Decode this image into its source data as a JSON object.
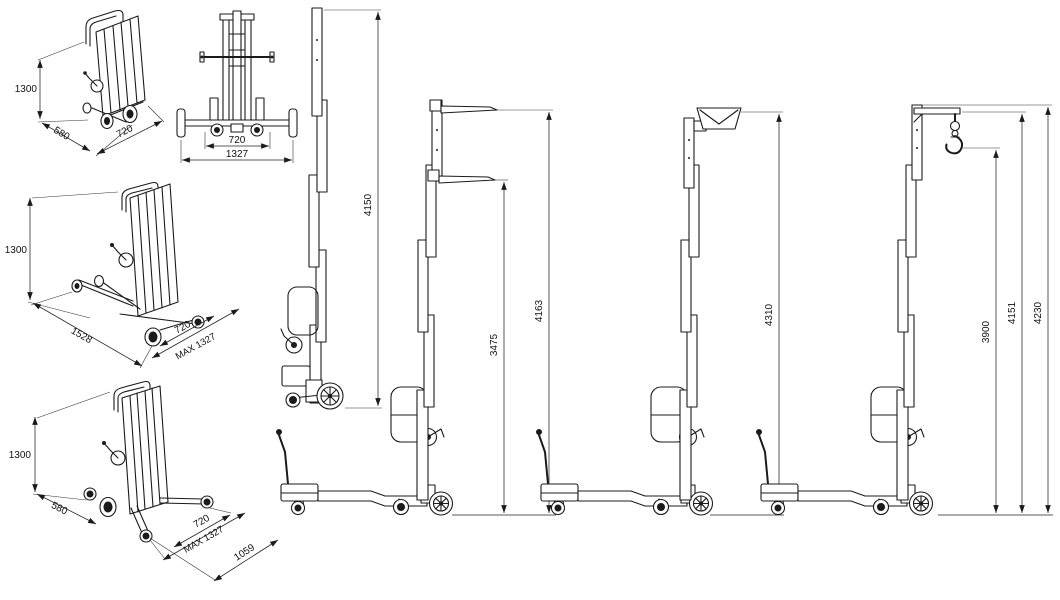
{
  "drawing": {
    "kind": "technical-line-drawing",
    "subject": "telescopic material lift dimensional views",
    "line_color": "#1b1b1b",
    "background": "#ffffff"
  },
  "views": {
    "folded": {
      "height": "1300",
      "depth": "580",
      "width": "720"
    },
    "front": {
      "track": "720",
      "overall": "1327"
    },
    "transport": {
      "height": "1300",
      "length": "1528",
      "width": "720",
      "max_width": "MAX 1327"
    },
    "stabilized": {
      "height": "1300",
      "depth": "580",
      "width": "720",
      "max_width": "MAX 1327",
      "outrigger": "1059"
    },
    "mast_only": {
      "height": "4150"
    },
    "forks": {
      "upper": "4163",
      "lower": "3475"
    },
    "cradle": {
      "height": "4310"
    },
    "hook": {
      "hook": "3900",
      "jib": "4151",
      "overall": "4230"
    }
  }
}
